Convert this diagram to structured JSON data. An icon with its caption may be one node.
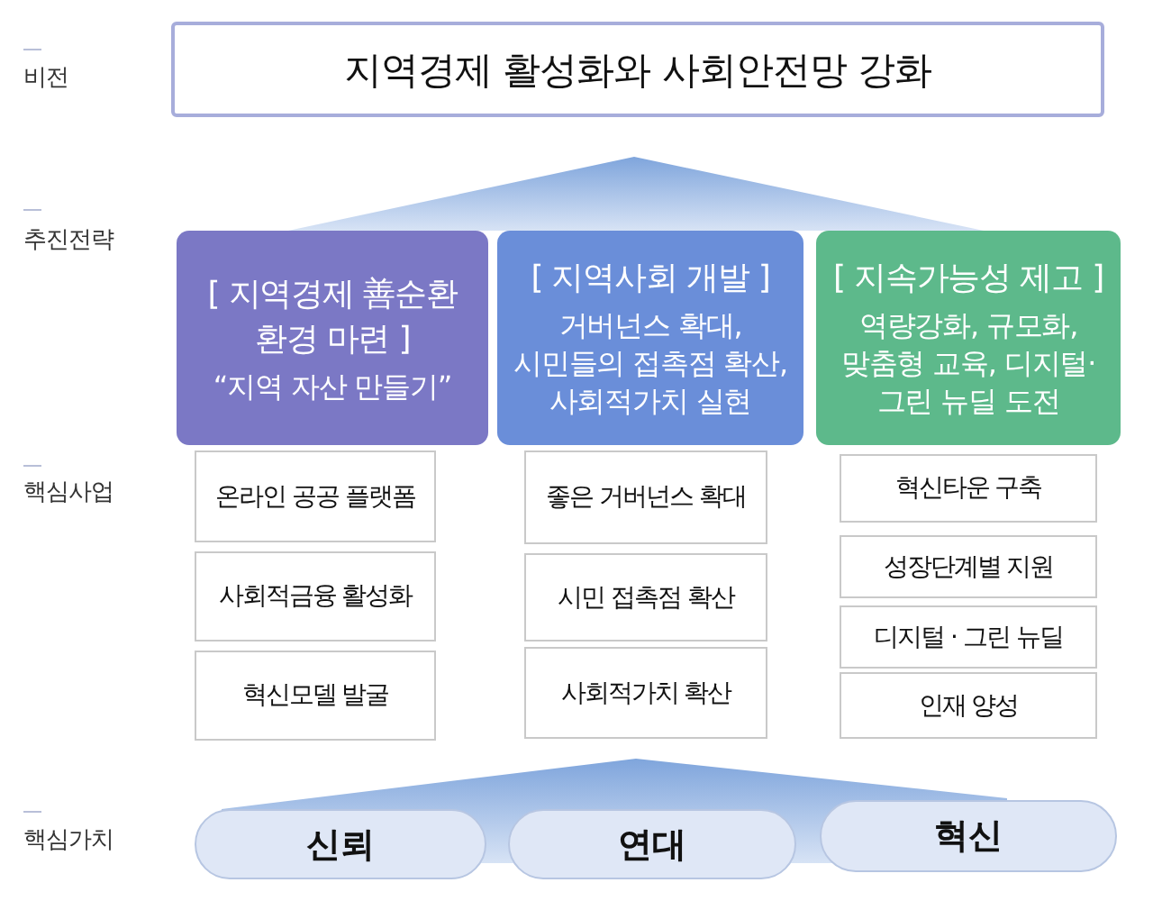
{
  "diagram": {
    "nodes": [
      {
        "text": [
          "지역경제 활성화와 사회안전망 강화"
        ]
      },
      {
        "text": [],
        "shape": "triangle"
      },
      {
        "text": [
          "[ 지역경제 善순환 환경 마련 ]",
          "“지역 자산 만들기”"
        ]
      },
      {
        "text": [
          "[ 지역사회 개발 ]",
          "거버넌스 확대, 시민들의 접촉점 확산, 사회적가치 실현"
        ]
      },
      {
        "text": [
          "[ 지속가능성 제고 ]",
          "역량강화, 규모화, 맞춤형 교육, 디지털· 그린 뉴딜 도전"
        ]
      },
      {
        "text": [
          "온라인 공공 플랫폼"
        ]
      },
      {
        "text": [
          "사회적금융 활성화"
        ]
      },
      {
        "text": [
          "혁신모델 발굴"
        ]
      },
      {
        "text": [
          "좋은 거버넌스 확대"
        ]
      },
      {
        "text": [
          "시민 접촉점 확산"
        ]
      },
      {
        "text": [
          "사회적가치 확산"
        ]
      },
      {
        "text": [
          "혁신타운 구축"
        ]
      },
      {
        "text": [
          "성장단계별 지원"
        ]
      },
      {
        "text": [
          "디지털 · 그린 뉴딜"
        ]
      },
      {
        "text": [
          "인재 양성"
        ]
      },
      {
        "text": [],
        "shape": "triangle"
      },
      {
        "text": [
          "신뢰"
        ]
      },
      {
        "text": [
          "연대"
        ]
      },
      {
        "text": [
          "혁신"
        ]
      }
    ],
    "labels": [
      "비전",
      "추진전략",
      "핵심사업",
      "핵심가치"
    ]
  }
}
